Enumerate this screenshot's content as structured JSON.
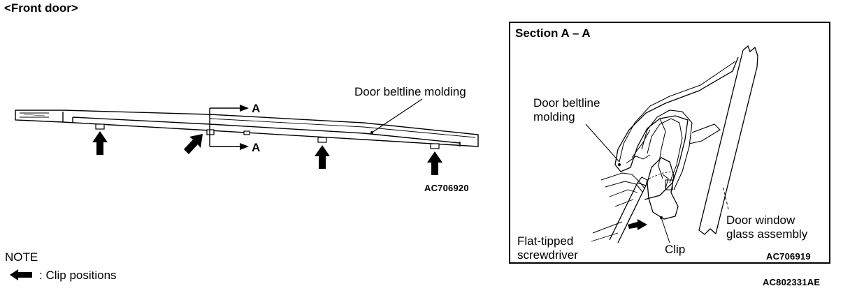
{
  "heading": "<Front door>",
  "left_view": {
    "callout": "Door beltline molding",
    "section_marker_top": "A",
    "section_marker_bottom": "A",
    "figure_code": "AC706920",
    "clip_count": 4
  },
  "section_view": {
    "title": "Section A – A",
    "label_molding_line1": "Door beltline",
    "label_molding_line2": "molding",
    "label_glass_line1": "Door window",
    "label_glass_line2": "glass assembly",
    "label_tool_line1": "Flat-tipped",
    "label_tool_line2": "screwdriver",
    "label_clip": "Clip",
    "figure_code": "AC706919"
  },
  "note": {
    "heading": "NOTE",
    "legend_text": ": Clip positions",
    "legend_icon": "left-arrow-icon"
  },
  "figure_id": "AC802331AE"
}
